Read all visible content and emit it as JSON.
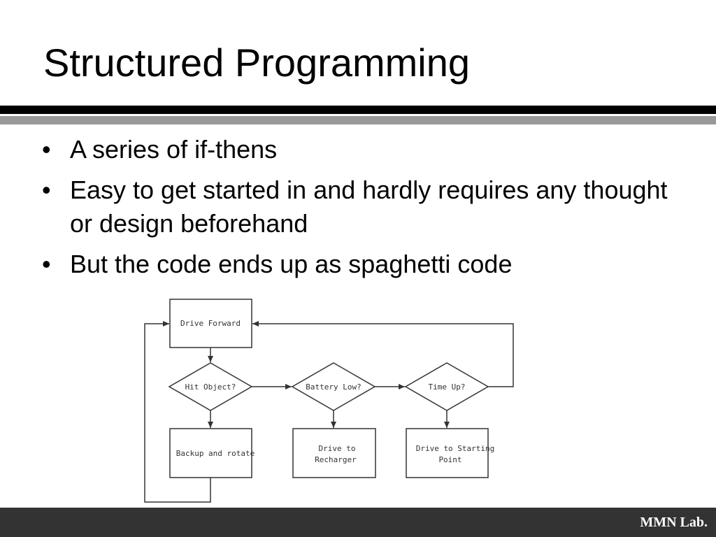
{
  "slide": {
    "title": "Structured Programming",
    "bullets": [
      "A series of if-thens",
      "Easy to get started in and hardly requires any thought or design beforehand",
      "But the code ends up as spaghetti code"
    ],
    "bullet_glyph": "•"
  },
  "diagram": {
    "nodes": {
      "drive_forward": "Drive Forward",
      "hit_object": "Hit Object?",
      "battery_low": "Battery Low?",
      "time_up": "Time Up?",
      "backup_rotate": "Backup and rotate",
      "drive_recharger_1": "Drive to",
      "drive_recharger_2": "Recharger",
      "drive_start_1": "Drive to Starting",
      "drive_start_2": "Point"
    }
  },
  "footer": {
    "label": "MMN Lab."
  },
  "colors": {
    "title_rule": "#000000",
    "secondary_rule": "#999999",
    "footer_bar": "#333333",
    "footer_text": "#ffffff"
  }
}
